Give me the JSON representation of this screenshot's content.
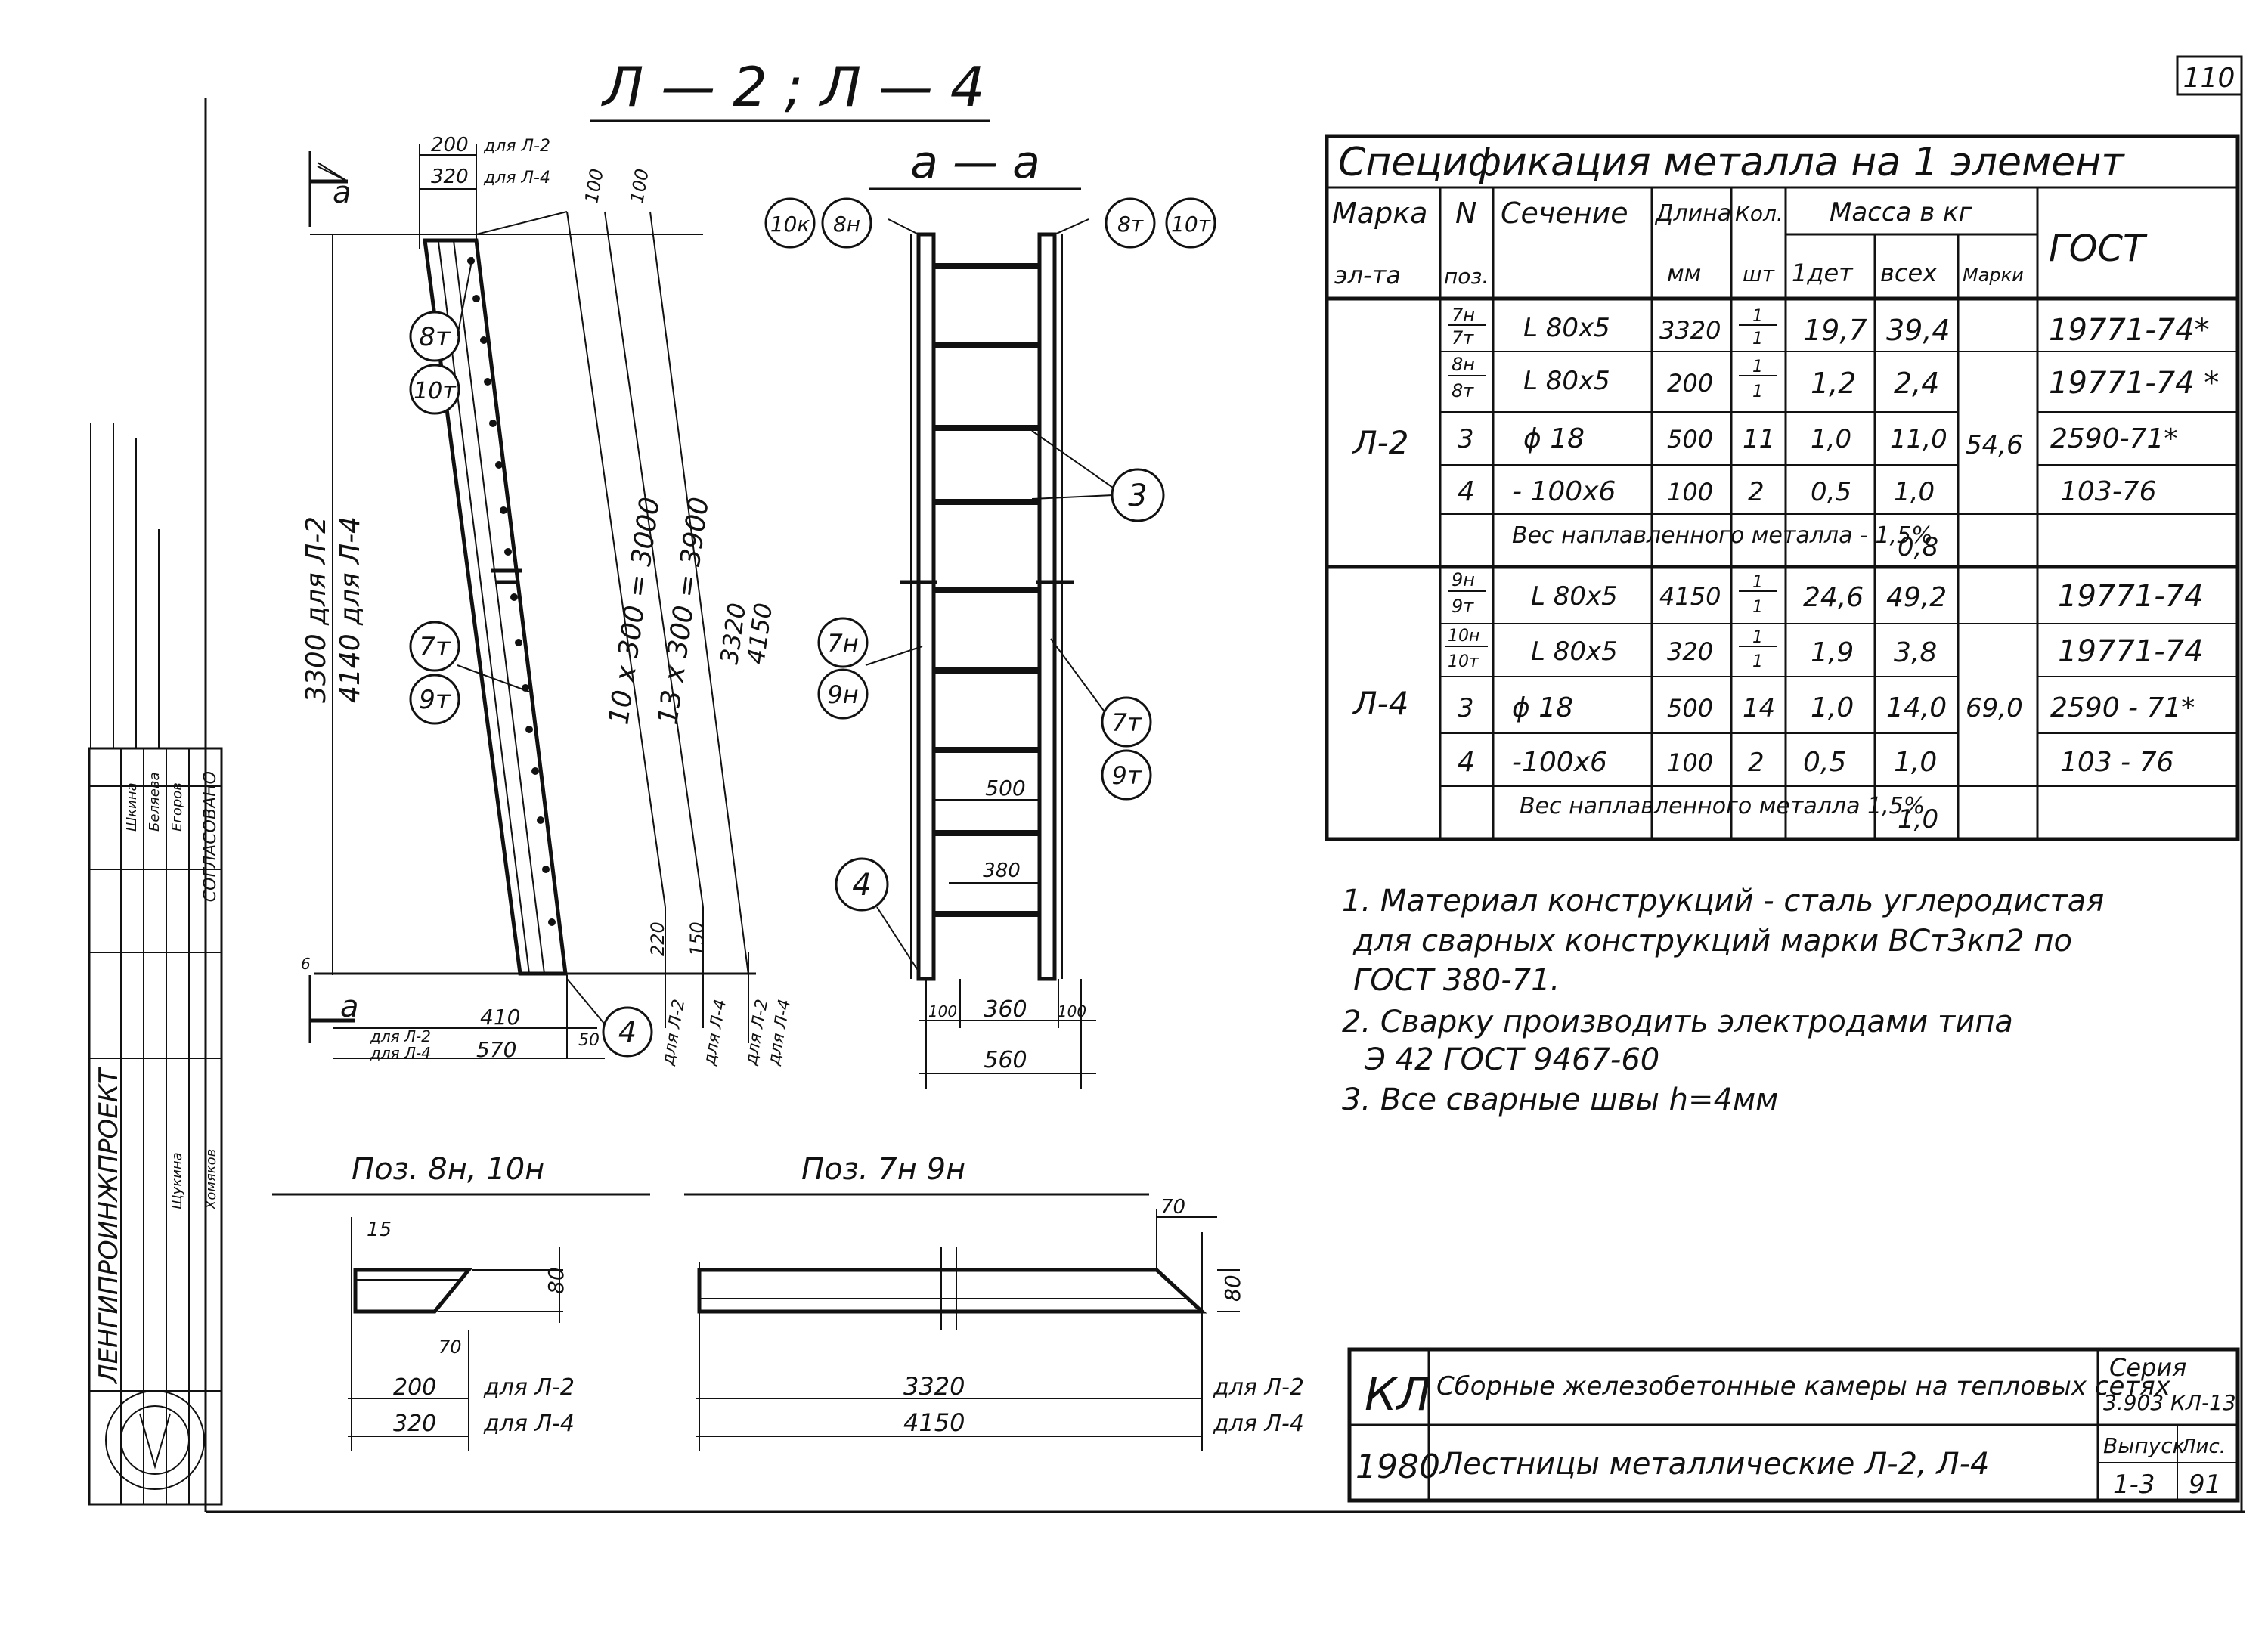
{
  "page_number": "110",
  "drawing_title": "Л — 2 ; Л — 4",
  "section_title": "а — а",
  "side_view": {
    "section_mark": "а",
    "dim_top_1": "200",
    "dim_top_1_note": "для Л-2",
    "dim_top_2": "320",
    "dim_top_2_note": "для Л-4",
    "dim_100_a": "100",
    "dim_100_b": "100",
    "height_1": "3300 для Л-2",
    "height_2": "4140 для Л-4",
    "steps_1": "10 х 300 = 3000",
    "steps_2": "13 х 300 = 3900",
    "len_1": "3320",
    "len_2": "4150",
    "dim_220": "220",
    "dim_150": "150",
    "note_l2": "для Л-2",
    "note_l4": "для Л-4",
    "note_l2b": "для Л-2",
    "note_l4b": "для Л-4",
    "dim_6": "6",
    "base_410": "410",
    "base_50": "50",
    "base_570": "570",
    "base_note_l2": "для Л-2",
    "base_note_l4": "для Л-4"
  },
  "callouts": {
    "c8t": "8т",
    "c10t": "10т",
    "c7t": "7т",
    "c9t": "9т",
    "c4": "4",
    "c10k": "10к",
    "c8n": "8н",
    "c8t_r": "8т",
    "c10t_r": "10т",
    "c3": "3",
    "c7n": "7н",
    "c9n": "9н",
    "c7t_r": "7т",
    "c9t_r": "9т",
    "c4_r": "4"
  },
  "front_view": {
    "dim_500": "500",
    "dim_380": "380",
    "dim_100_l": "100",
    "dim_360": "360",
    "dim_100_r": "100",
    "dim_560": "560"
  },
  "spec_table": {
    "title": "Спецификация металла на 1 элемент",
    "headers": {
      "marka": "Марка",
      "marka_sub": "эл-та",
      "num": "N",
      "num_sub": "поз.",
      "section": "Сечение",
      "length": "Длина",
      "length_sub": "мм",
      "qty": "Кол.",
      "qty_sub": "шт",
      "mass": "Масса в кг",
      "mass_det": "1дет",
      "mass_all": "всех",
      "mass_mark": "Марки",
      "gost": "ГОСТ"
    },
    "groups": [
      {
        "marka": "Л-2",
        "mark_mass": "54,6",
        "rows": [
          {
            "pos_top": "7н",
            "pos_bot": "7т",
            "section": "L 80х5",
            "length": "3320",
            "qty_top": "1",
            "qty_bot": "1",
            "m1": "19,7",
            "mall": "39,4",
            "gost": "19771-74*"
          },
          {
            "pos_top": "8н",
            "pos_bot": "8т",
            "section": "L 80х5",
            "length": "200",
            "qty_top": "1",
            "qty_bot": "1",
            "m1": "1,2",
            "mall": "2,4",
            "gost": "19771-74 *"
          },
          {
            "pos": "3",
            "section": "ϕ 18",
            "length": "500",
            "qty": "11",
            "m1": "1,0",
            "mall": "11,0",
            "gost": "2590-71*"
          },
          {
            "pos": "4",
            "section": "- 100х6",
            "length": "100",
            "qty": "2",
            "m1": "0,5",
            "mall": "1,0",
            "gost": "103-76"
          }
        ],
        "weld": "Вес наплавленного металла - 1,5%",
        "weld_val": "0,8"
      },
      {
        "marka": "Л-4",
        "mark_mass": "69,0",
        "rows": [
          {
            "pos_top": "9н",
            "pos_bot": "9т",
            "section": "L 80х5",
            "length": "4150",
            "qty_top": "1",
            "qty_bot": "1",
            "m1": "24,6",
            "mall": "49,2",
            "gost": "19771-74"
          },
          {
            "pos_top": "10н",
            "pos_bot": "10т",
            "section": "L 80х5",
            "length": "320",
            "qty_top": "1",
            "qty_bot": "1",
            "m1": "1,9",
            "mall": "3,8",
            "gost": "19771-74"
          },
          {
            "pos": "3",
            "section": "ϕ 18",
            "length": "500",
            "qty": "14",
            "m1": "1,0",
            "mall": "14,0",
            "gost": "2590 - 71*"
          },
          {
            "pos": "4",
            "section": "-100х6",
            "length": "100",
            "qty": "2",
            "m1": "0,5",
            "mall": "1,0",
            "gost": "103 - 76"
          }
        ],
        "weld": "Вес наплавленного металла 1,5%",
        "weld_val": "1,0"
      }
    ]
  },
  "notes": [
    "1. Материал конструкций - сталь углеродистая",
    "для сварных конструкций марки ВСт3кп2 по",
    "ГОСТ 380-71.",
    "2. Сварку производить электродами типа",
    "Э 42 ГОСТ 9467-60",
    "3. Все сварные швы h=4мм"
  ],
  "detail_8": {
    "title": "Поз. 8н, 10н",
    "dim_15": "15",
    "dim_80": "80",
    "dim_70": "70",
    "dim_200": "200",
    "note_l2": "для Л-2",
    "dim_320": "320",
    "note_l4": "для Л-4"
  },
  "detail_7": {
    "title": "Поз. 7н 9н",
    "dim_70": "70",
    "dim_80": "80",
    "dim_3320": "3320",
    "note_l2": "для Л-2",
    "dim_4150": "4150",
    "note_l4": "для Л-4"
  },
  "title_block": {
    "code": "КЛ",
    "year": "1980",
    "project": "Сборные железобетонные камеры на тепловых сетях",
    "sheet_title": "Лестницы металлические Л-2, Л-4",
    "series_label": "Серия",
    "series_value": "3.903 КЛ-13",
    "issue_label": "Выпуск",
    "issue_value": "1-3",
    "sheet_label": "Лис.",
    "sheet_value": "91"
  },
  "side_stamp": {
    "agreed": "СОГЛАСОВАНО",
    "org": "ЛЕНГИПРОИНЖПРОЕКТ",
    "names": [
      "Егоров",
      "Беляева",
      "Шкина",
      "Щукина",
      "Хомяков"
    ]
  }
}
